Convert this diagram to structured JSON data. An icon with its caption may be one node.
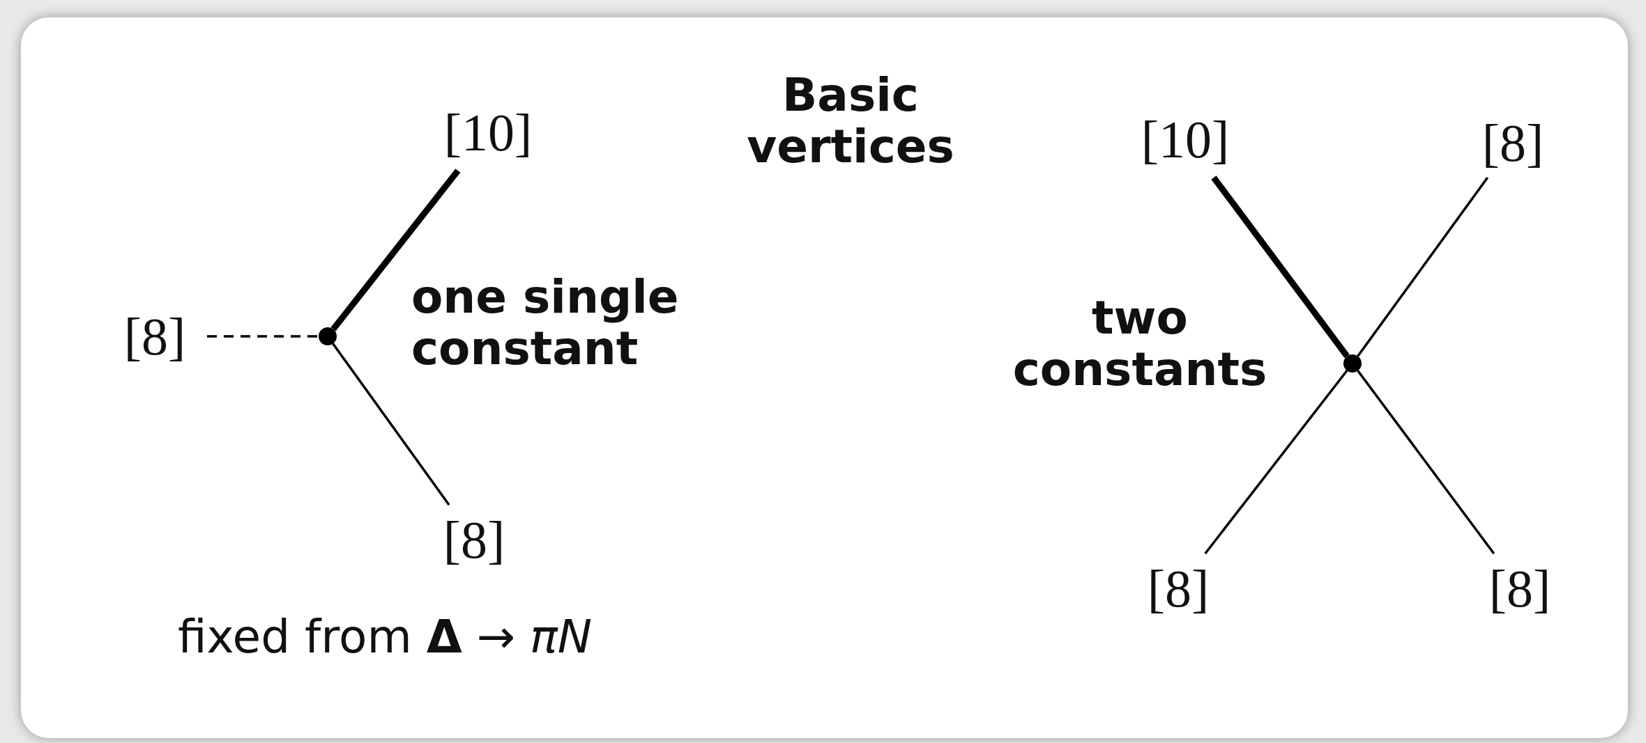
{
  "diagram": {
    "nodes": [
      {
        "text": [
          "[10]"
        ]
      },
      {
        "text": [
          "[8]"
        ]
      },
      {
        "text": [],
        "shape": "circle"
      },
      {
        "text": [
          "[8]"
        ]
      },
      {
        "text": [
          "[10]"
        ]
      },
      {
        "text": [
          "[8]"
        ]
      },
      {
        "text": [],
        "shape": "circle"
      },
      {
        "text": [
          "[8]"
        ]
      },
      {
        "text": [
          "[8]"
        ]
      }
    ],
    "edges": [
      {
        "from": 1,
        "to": 2,
        "arrow": "none",
        "style": "dashed"
      },
      {
        "from": 2,
        "to": 0,
        "arrow": "none",
        "style": "thick"
      },
      {
        "from": 2,
        "to": 3,
        "arrow": "none"
      },
      {
        "from": 4,
        "to": 6,
        "arrow": "none",
        "style": "thick"
      },
      {
        "from": 5,
        "to": 6,
        "arrow": "none"
      },
      {
        "from": 6,
        "to": 7,
        "arrow": "none"
      },
      {
        "from": 6,
        "to": 8,
        "arrow": "none"
      }
    ],
    "labels": [
      "Basic vertices",
      "one single constant",
      "two constants",
      "fixed from **Δ** → *πN*"
    ]
  }
}
